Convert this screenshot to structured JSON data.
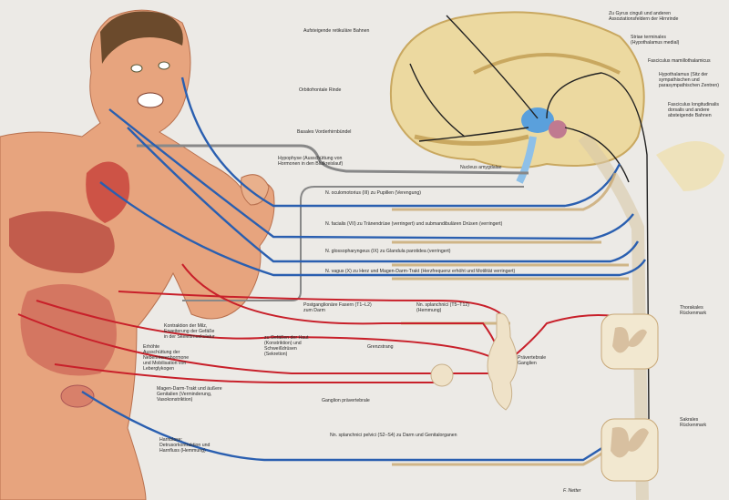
{
  "title": "Vegetatives Nervensystem – Sympathikus und Parasympathikus",
  "labels": {
    "ascending_pathways": "Aufsteigende retikuläre Bahnen",
    "orbitofrontal": "Orbitofrontale Rinde",
    "forebrain_bundle": "Basales Vorderhirnbündel",
    "amygdala": "Nucleus amygdalae",
    "pituitary": "Hypophyse (Ausschüttung von Hormonen in den Blutkreislauf)",
    "cingulate": "Zu Gyrus cinguli und anderen Assoziationsfeldern der Hirnrinde",
    "stria": "Striae terminales (Hypothalamus medial)",
    "mamillothalamic": "Fasciculus mamillothalamicus",
    "hypothalamus": "Hypothalamus (Sitz der sympathischen und parasympathischen Zentren)",
    "descending": "Fasciculus longitudinalis dorsalis und andere absteigende Bahnen",
    "n_oculomotorius": "N. oculomotorius (III) zu Pupillen (Verengung)",
    "n_facialis": "N. facialis (VII) zu Tränendrüse (verringert) und submandibulären Drüsen (verringert)",
    "n_glossopharyngeus": "N. glossopharyngeus (IX) zu Glandula parotidea (verringert)",
    "n_vagus": "N. vagus (X) zu Herz und Magen-Darm-Trakt (Herzfrequenz erhöht und Motilität verringert)",
    "postganglionic": "Postganglionäre Fasern (T1–L2) zum Darm",
    "splanchnic": "Nn. splanchnici (T5–T12) (Hemmung)",
    "skin_vessels": "zu Gefäßen der Haut (Konstriktion) und Schweißdrüsen (Sekretion)",
    "spleen": "Kontraktion der Milz, Erweiterung der Gefäße in der Skelettmuskulatur",
    "adrenal": "Erhöhte Ausschüttung der Nebennierenhormone und Mobilisation von Leberglykogen",
    "gut": "Magen-Darm-Trakt und äußere Genitalien (Verminderung, Vasokonstriktion)",
    "bladder": "Harnblase: Detrusorkontraktion und Harnfluss (Hemmung)",
    "sympathetic_trunk": "Grenzstrang",
    "prevertebral": "Prävertebrale Ganglien",
    "ganglion_prevert": "Ganglion prävertebrale",
    "pelvic": "Nn. splanchnici pelvici (S2–S4) zu Darm und Genitalorganen",
    "thoracic_cord": "Thorakales Rückenmark",
    "sacral_cord": "Sakrales Rückenmark"
  },
  "signature": "F. Netter",
  "colors": {
    "parasympathetic": "#2a5fb0",
    "sympathetic": "#c8202a",
    "central": "#333333",
    "skin": "#e9a27a",
    "brain": "#ecd9a0"
  }
}
